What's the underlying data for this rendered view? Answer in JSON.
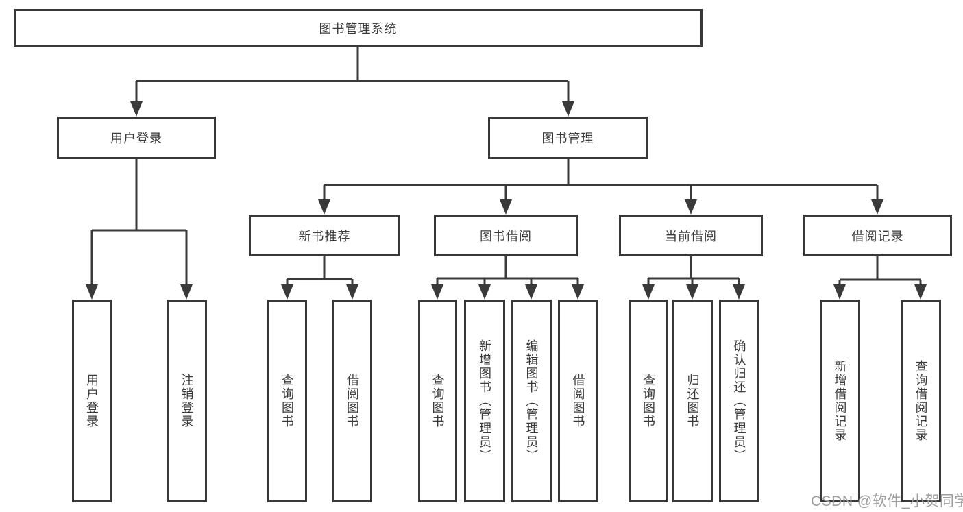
{
  "tree": {
    "label": "图书管理系统",
    "children": [
      {
        "label": "用户登录",
        "children": [
          {
            "label": "用户登录"
          },
          {
            "label": "注销登录"
          }
        ]
      },
      {
        "label": "图书管理",
        "children": [
          {
            "label": "新书推荐",
            "children": [
              {
                "label": "查询图书"
              },
              {
                "label": "借阅图书"
              }
            ]
          },
          {
            "label": "图书借阅",
            "children": [
              {
                "label": "查询图书"
              },
              {
                "label": "新增图书（管理员）"
              },
              {
                "label": "编辑图书（管理员）"
              },
              {
                "label": "借阅图书"
              }
            ]
          },
          {
            "label": "当前借阅",
            "children": [
              {
                "label": "查询图书"
              },
              {
                "label": "归还图书"
              },
              {
                "label": "确认归还（管理员）"
              }
            ]
          },
          {
            "label": "借阅记录",
            "children": [
              {
                "label": "新增借阅记录"
              },
              {
                "label": "查询借阅记录"
              }
            ]
          }
        ]
      }
    ]
  },
  "watermark": {
    "text": "CSDN @软件_小贺同学"
  },
  "colors": {
    "line": "#3a3a3a",
    "text": "#3a3a3a",
    "watermark": "#9e9e9e",
    "background": "#ffffff"
  }
}
